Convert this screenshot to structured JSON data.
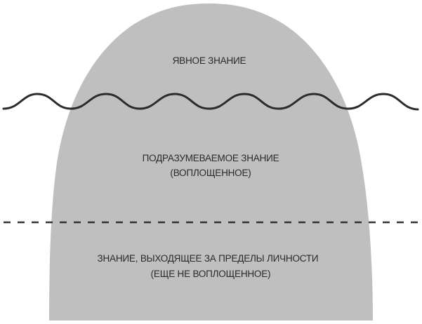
{
  "diagram": {
    "type": "iceberg",
    "colors": {
      "background": "#ffffff",
      "shape_fill": "#bfbfbf",
      "line": "#2b2b2b",
      "text": "#2a2a2a"
    },
    "regions": [
      {
        "id": "explicit",
        "lines": [
          "ЯВНОЕ ЗНАНИЕ"
        ]
      },
      {
        "id": "tacit",
        "lines": [
          "ПОДРАЗУМЕВАЕМОЕ ЗНАНИЕ",
          "(ВОПЛОЩЕННОЕ)"
        ]
      },
      {
        "id": "transpersonal",
        "lines": [
          "ЗНАНИЕ, ВЫХОДЯЩЕЕ ЗА ПРЕДЕЛЫ ЛИЧНОСТИ",
          "(ЕЩЕ НЕ ВОПЛОЩЕННОЕ)"
        ]
      }
    ],
    "separators": [
      {
        "id": "waterline",
        "style": "wavy"
      },
      {
        "id": "lower-boundary",
        "style": "dashed"
      }
    ]
  }
}
